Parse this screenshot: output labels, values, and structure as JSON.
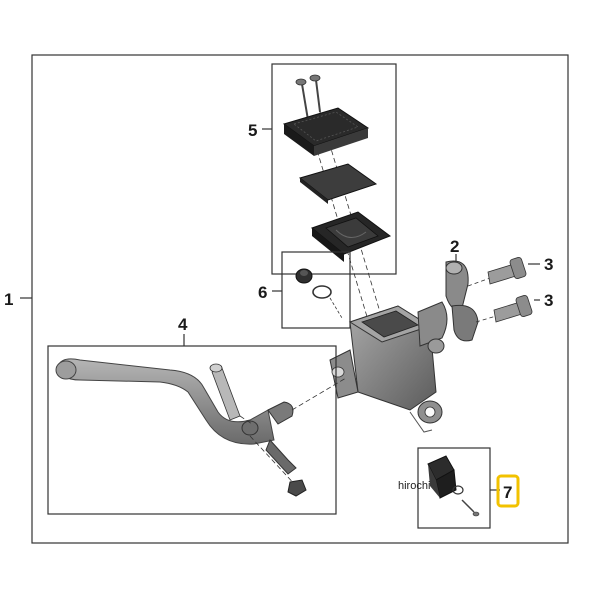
{
  "callouts": {
    "assembly": "1",
    "clamp": "2",
    "bolt_top": "3",
    "bolt_bottom": "3",
    "lever": "4",
    "reservoir_cap": "5",
    "seal_kit": "6",
    "switch_kit": "7"
  },
  "watermark": "hirochi",
  "colors": {
    "line": "#333333",
    "metal": "#8a8a8a",
    "metal_dark": "#5a5a5a",
    "rubber": "#2b2b2b",
    "highlight": "#f2c200"
  }
}
